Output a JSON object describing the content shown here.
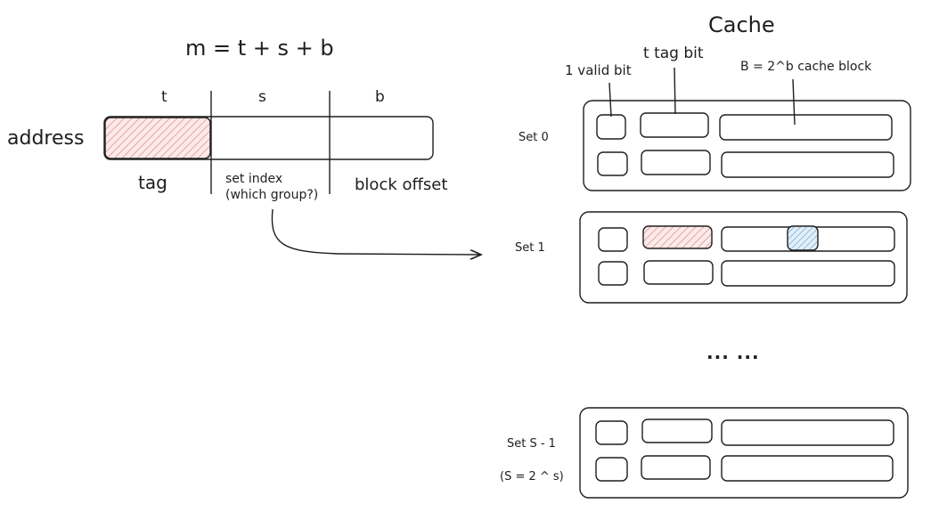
{
  "formula": "m = t + s + b",
  "address_bar": {
    "label": "address",
    "fields": {
      "t": "t",
      "s": "s",
      "b": "b"
    },
    "tag_label": "tag",
    "set_index_label": "set index",
    "set_index_note": "(which group?)",
    "block_offset_label": "block offset",
    "tag_highlight_color": "#f4c6c6"
  },
  "cache": {
    "title": "Cache",
    "valid_bit_label": "1 valid bit",
    "tag_bit_label": "t tag bit",
    "block_label": "B = 2^b cache block",
    "sets": [
      {
        "label": "Set 0"
      },
      {
        "label": "Set 1"
      },
      {
        "label": "Set S - 1",
        "note": "(S = 2 ^ s)"
      }
    ],
    "ellipsis": "... ...",
    "tag_highlight_color": "#f4c6c6",
    "byte_highlight_color": "#bcd9ee",
    "stroke_color": "#1e1e1e"
  }
}
